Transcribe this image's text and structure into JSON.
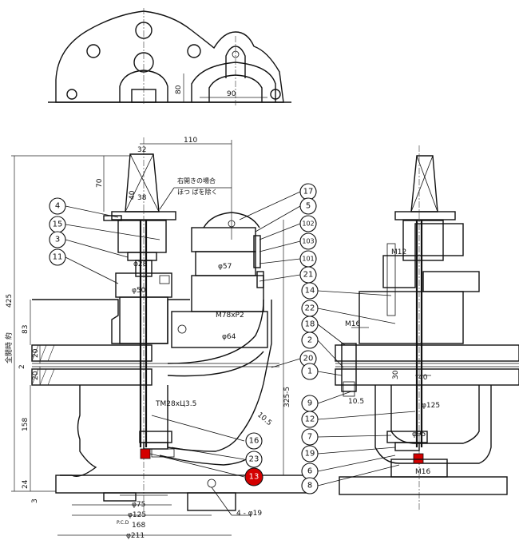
{
  "top_view": {
    "dims": {
      "h80": "80",
      "w90": "90"
    }
  },
  "front_view": {
    "dims": {
      "d32": "32",
      "d110": "110",
      "d70": "70",
      "d40": "40",
      "d38": "38",
      "phi28": "φ28",
      "phi50": "φ50",
      "phi57": "φ57",
      "m78": "M78xP2",
      "phi64": "φ64",
      "total425": "425",
      "total_label": "全開時 約",
      "d83": "83",
      "d20a": "20",
      "d2": "2",
      "d20b": "20",
      "tm28": "TM28xЦ3.5",
      "d158": "158",
      "d24": "24",
      "d3": "3",
      "phi75": "φ75",
      "phi125": "φ125",
      "pcd": "P.C.D",
      "d168": "168",
      "phi211": "φ211",
      "holes": "4 - φ19",
      "d325": "325-5",
      "d105": "10.5"
    },
    "note_line1": "右開きの場合",
    "note_line2": "ほつ ばを除く"
  },
  "side_view": {
    "dims": {
      "m12": "M12",
      "m16a": "M16",
      "d30": "30",
      "d40": "40",
      "d105": "10.5",
      "phi125": "φ125",
      "phi95": "φ95",
      "m16b": "M16"
    }
  },
  "balloons": [
    {
      "label": "4",
      "red": false
    },
    {
      "label": "15",
      "red": false
    },
    {
      "label": "3",
      "red": false
    },
    {
      "label": "11",
      "red": false
    },
    {
      "label": "17",
      "red": false
    },
    {
      "label": "5",
      "red": false
    },
    {
      "label": "102",
      "red": false
    },
    {
      "label": "103",
      "red": false
    },
    {
      "label": "101",
      "red": false
    },
    {
      "label": "21",
      "red": false
    },
    {
      "label": "14",
      "red": false
    },
    {
      "label": "22",
      "red": false
    },
    {
      "label": "18",
      "red": false
    },
    {
      "label": "2",
      "red": false
    },
    {
      "label": "20",
      "red": false
    },
    {
      "label": "1",
      "red": false
    },
    {
      "label": "9",
      "red": false
    },
    {
      "label": "12",
      "red": false
    },
    {
      "label": "7",
      "red": false
    },
    {
      "label": "19",
      "red": false
    },
    {
      "label": "6",
      "red": false
    },
    {
      "label": "8",
      "red": false
    },
    {
      "label": "16",
      "red": false
    },
    {
      "label": "23",
      "red": false
    },
    {
      "label": "13",
      "red": true
    }
  ],
  "colors": {
    "highlight": "#d40000",
    "ink": "#111111"
  }
}
